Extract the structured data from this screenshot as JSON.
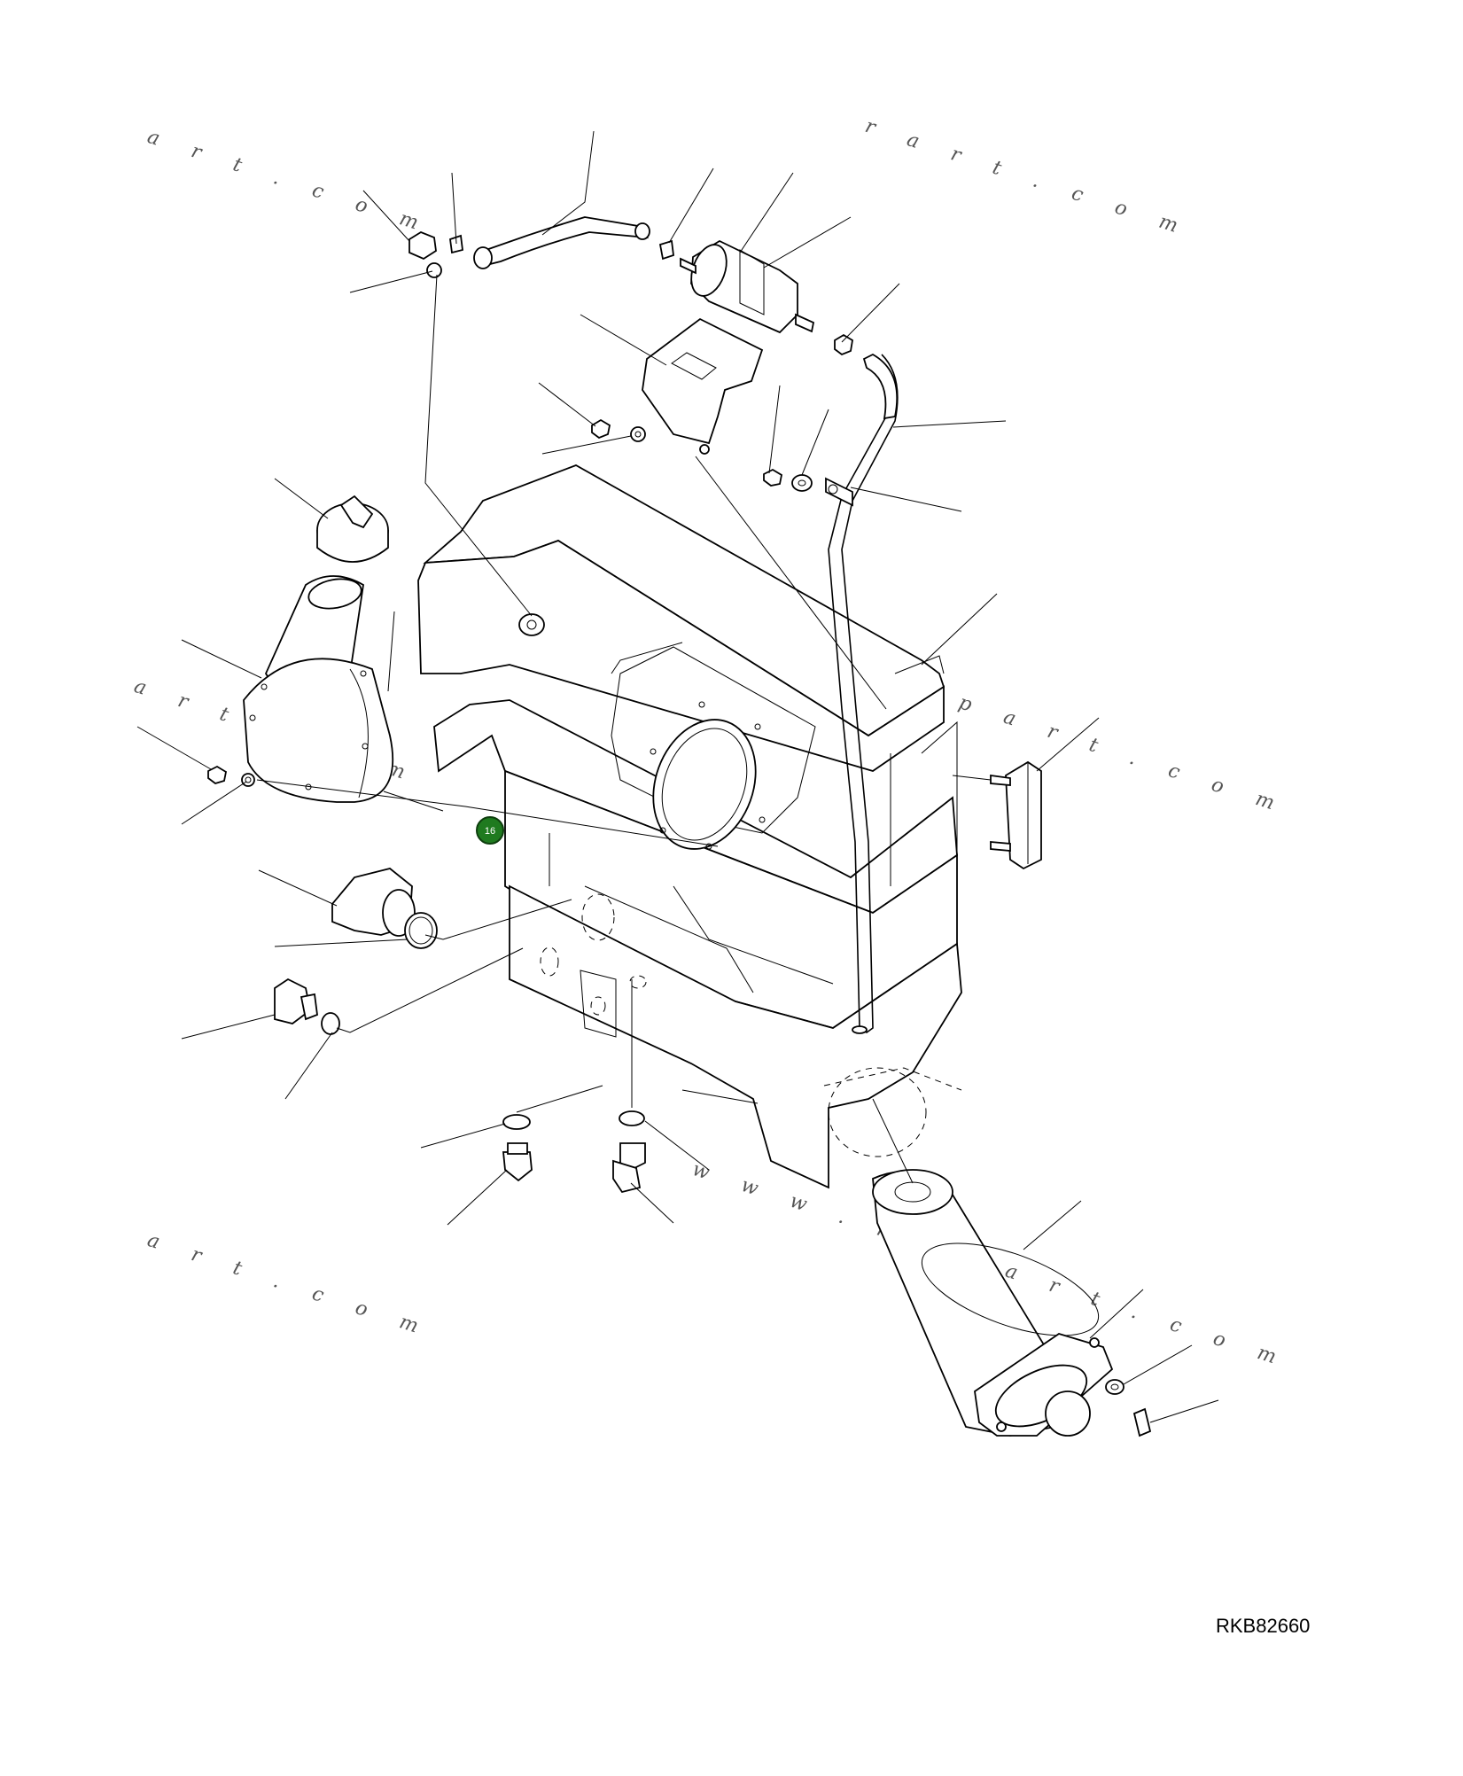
{
  "drawing": {
    "code": "RKB82660",
    "watermarks": [
      "a r t . c o m",
      "r a r t . c o m",
      "w w w . k - p a r t . c o m",
      "a r t . c o m",
      "a r t . c o m",
      "w w w . k - p a r t . c o m"
    ]
  },
  "callout": {
    "label": "16",
    "color": "#1f7a1f",
    "highlighted": true
  }
}
